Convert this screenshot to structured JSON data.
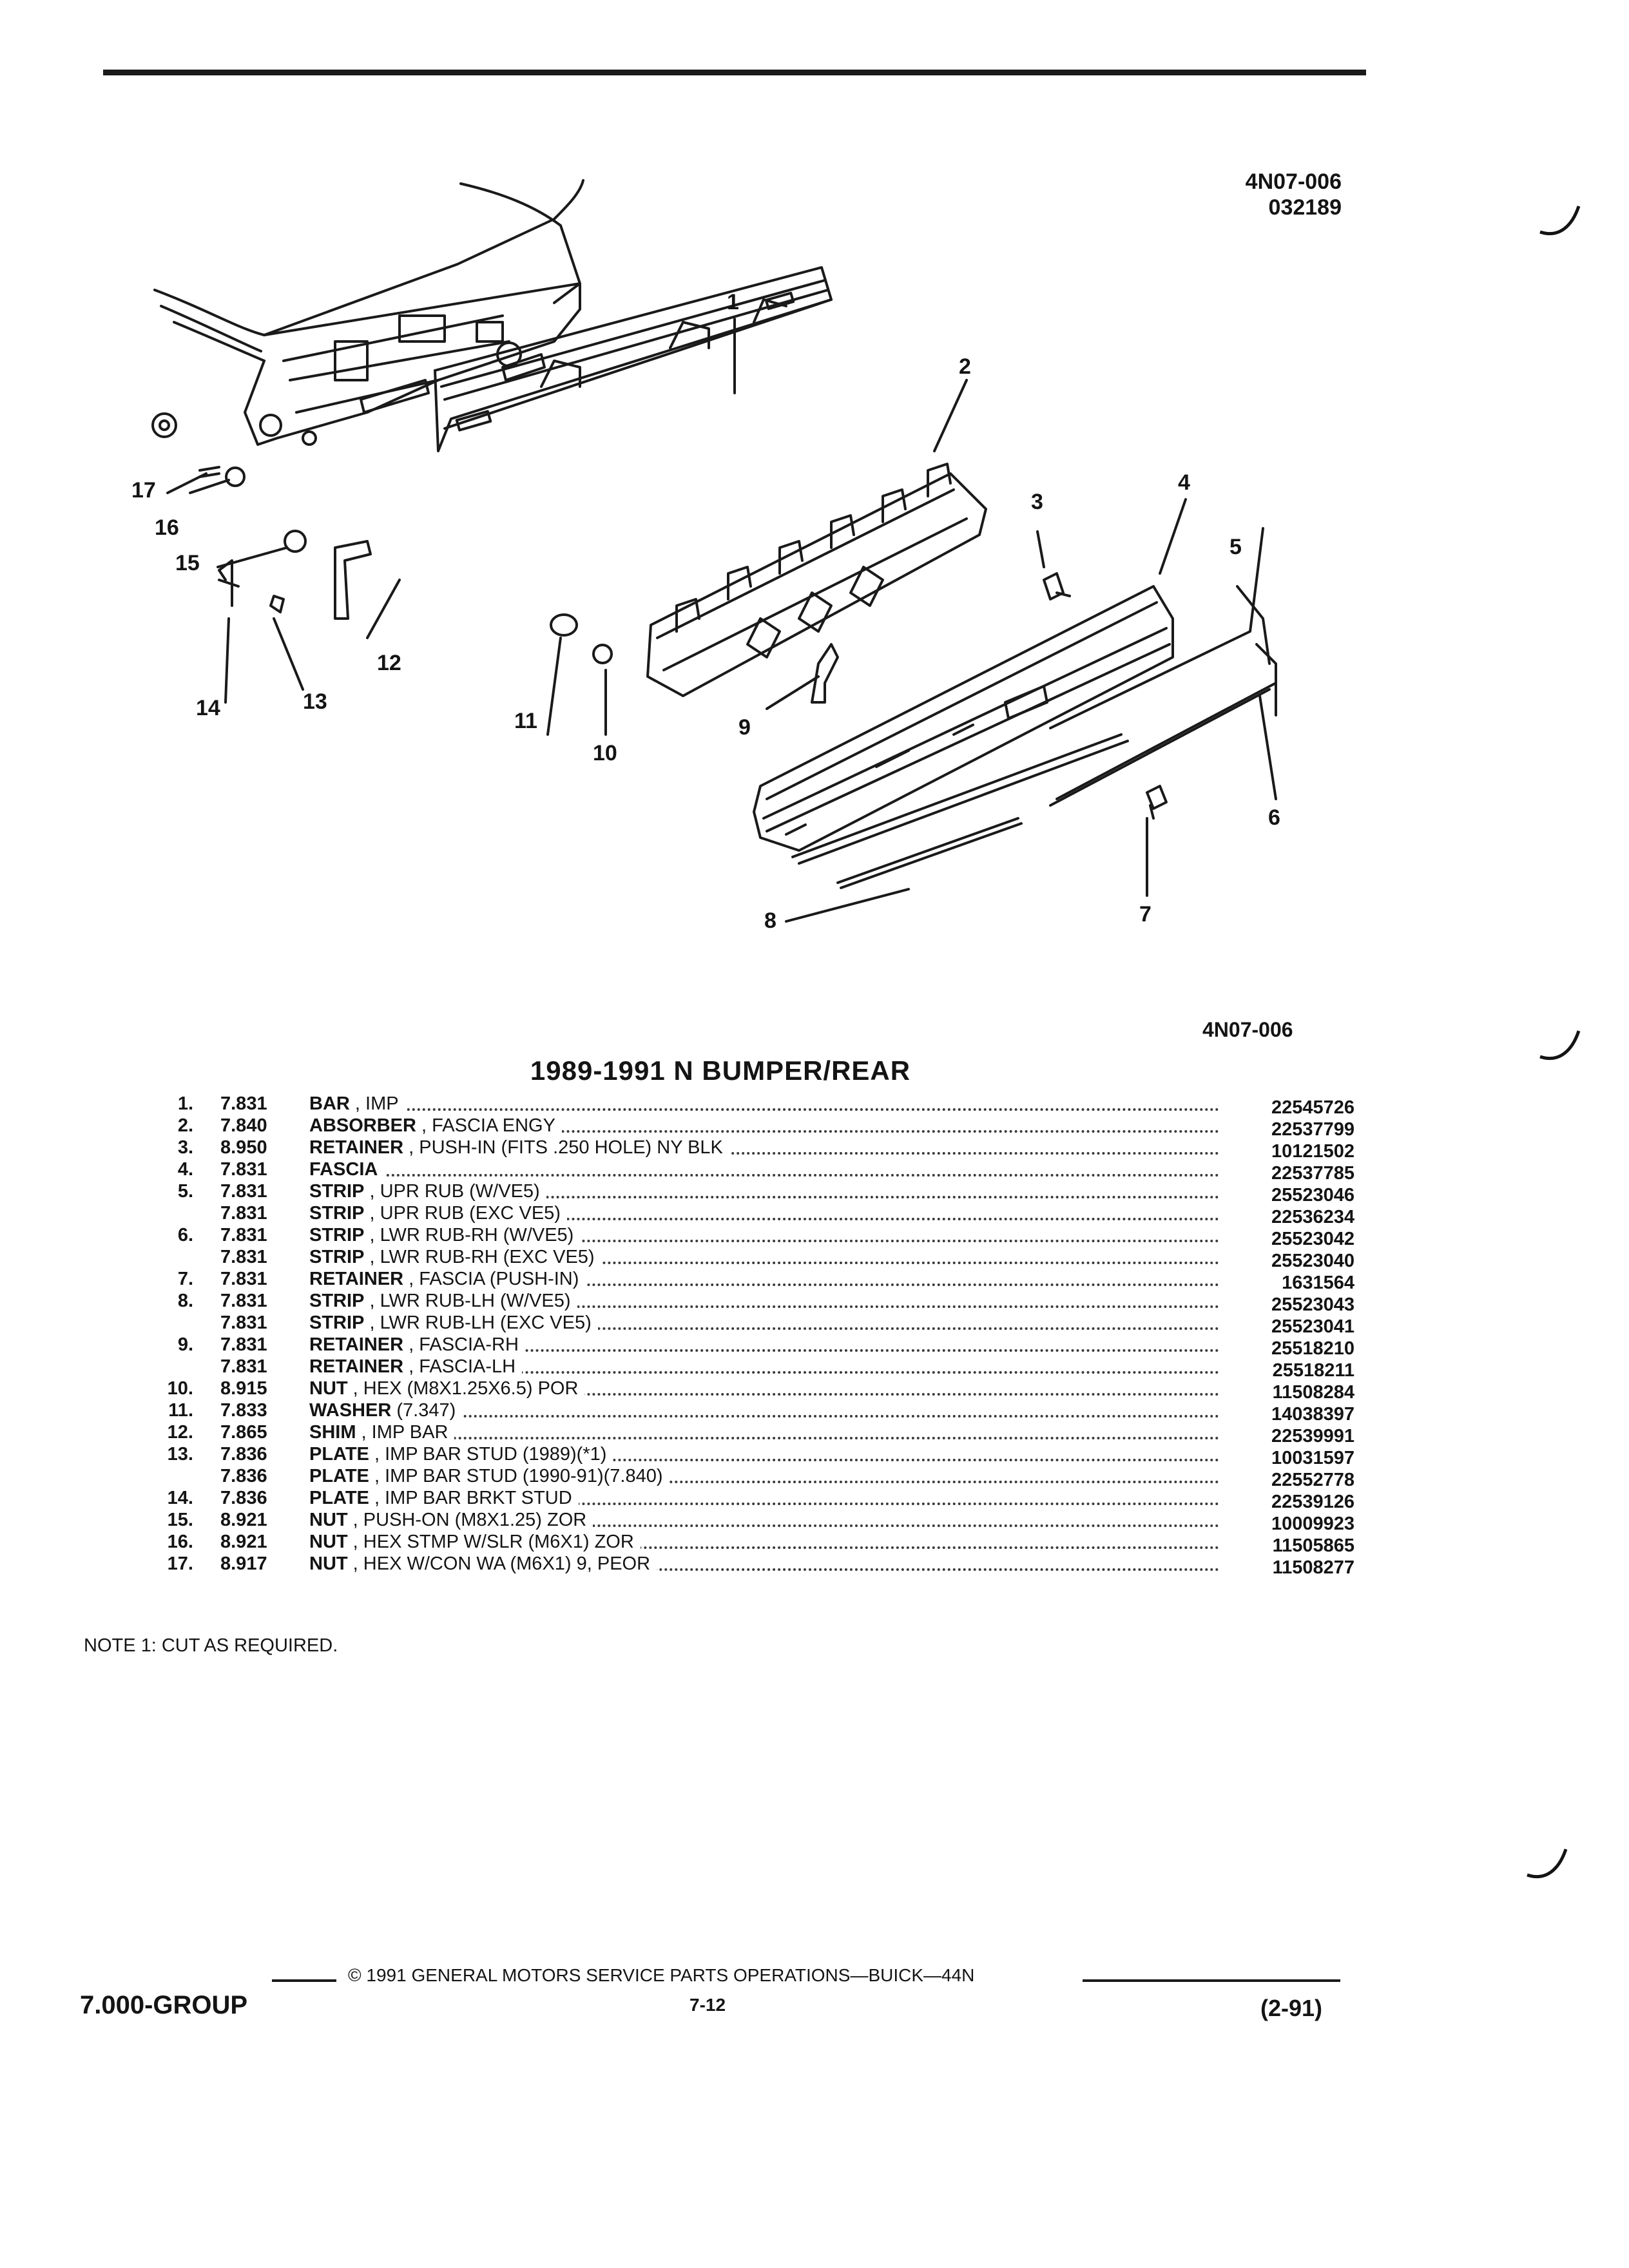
{
  "header": {
    "figure_code": "4N07-006",
    "figure_date": "032189"
  },
  "diagram": {
    "callouts": [
      "1",
      "2",
      "3",
      "4",
      "5",
      "6",
      "7",
      "8",
      "9",
      "10",
      "11",
      "12",
      "13",
      "14",
      "15",
      "16",
      "17"
    ]
  },
  "figure_code_below": "4N07-006",
  "title": "1989-1991 N BUMPER/REAR",
  "parts": [
    {
      "no": "1.",
      "group": "7.831",
      "name": "BAR",
      "desc": ", IMP",
      "part": "22545726"
    },
    {
      "no": "2.",
      "group": "7.840",
      "name": "ABSORBER",
      "desc": ", FASCIA ENGY",
      "part": "22537799"
    },
    {
      "no": "3.",
      "group": "8.950",
      "name": "RETAINER",
      "desc": ", PUSH-IN (FITS .250 HOLE) NY BLK",
      "part": "10121502"
    },
    {
      "no": "4.",
      "group": "7.831",
      "name": "FASCIA",
      "desc": "",
      "part": "22537785"
    },
    {
      "no": "5.",
      "group": "7.831",
      "name": "STRIP",
      "desc": ", UPR RUB (W/VE5)",
      "part": "25523046"
    },
    {
      "no": "",
      "group": "7.831",
      "name": "STRIP",
      "desc": ", UPR RUB (EXC VE5)",
      "part": "22536234"
    },
    {
      "no": "6.",
      "group": "7.831",
      "name": "STRIP",
      "desc": ", LWR RUB-RH (W/VE5)",
      "part": "25523042"
    },
    {
      "no": "",
      "group": "7.831",
      "name": "STRIP",
      "desc": ", LWR RUB-RH (EXC VE5)",
      "part": "25523040"
    },
    {
      "no": "7.",
      "group": "7.831",
      "name": "RETAINER",
      "desc": ", FASCIA (PUSH-IN)",
      "part": "1631564"
    },
    {
      "no": "8.",
      "group": "7.831",
      "name": "STRIP",
      "desc": ", LWR RUB-LH (W/VE5)",
      "part": "25523043"
    },
    {
      "no": "",
      "group": "7.831",
      "name": "STRIP",
      "desc": ", LWR RUB-LH (EXC VE5)",
      "part": "25523041"
    },
    {
      "no": "9.",
      "group": "7.831",
      "name": "RETAINER",
      "desc": ", FASCIA-RH",
      "part": "25518210"
    },
    {
      "no": "",
      "group": "7.831",
      "name": "RETAINER",
      "desc": ", FASCIA-LH",
      "part": "25518211"
    },
    {
      "no": "10.",
      "group": "8.915",
      "name": "NUT",
      "desc": ", HEX (M8X1.25X6.5) POR",
      "part": "11508284"
    },
    {
      "no": "11.",
      "group": "7.833",
      "name": "WASHER",
      "desc": "(7.347)",
      "part": "14038397"
    },
    {
      "no": "12.",
      "group": "7.865",
      "name": "SHIM",
      "desc": ", IMP BAR",
      "part": "22539991"
    },
    {
      "no": "13.",
      "group": "7.836",
      "name": "PLATE",
      "desc": ", IMP BAR STUD (1989)(*1)",
      "part": "10031597"
    },
    {
      "no": "",
      "group": "7.836",
      "name": "PLATE",
      "desc": ", IMP BAR STUD (1990-91)(7.840)",
      "part": "22552778"
    },
    {
      "no": "14.",
      "group": "7.836",
      "name": "PLATE",
      "desc": ", IMP BAR BRKT STUD",
      "part": "22539126"
    },
    {
      "no": "15.",
      "group": "8.921",
      "name": "NUT",
      "desc": ", PUSH-ON (M8X1.25) ZOR",
      "part": "10009923"
    },
    {
      "no": "16.",
      "group": "8.921",
      "name": "NUT",
      "desc": ", HEX STMP W/SLR (M6X1) ZOR",
      "part": "11505865"
    },
    {
      "no": "17.",
      "group": "8.917",
      "name": "NUT",
      "desc": ", HEX W/CON WA (M6X1) 9, PEOR",
      "part": "11508277"
    }
  ],
  "note": "NOTE  1:  CUT AS REQUIRED.",
  "footer": {
    "group": "7.000-GROUP",
    "copyright": "© 1991 GENERAL MOTORS SERVICE PARTS OPERATIONS—BUICK—44N",
    "page": "7-12",
    "revision": "(2-91)"
  }
}
